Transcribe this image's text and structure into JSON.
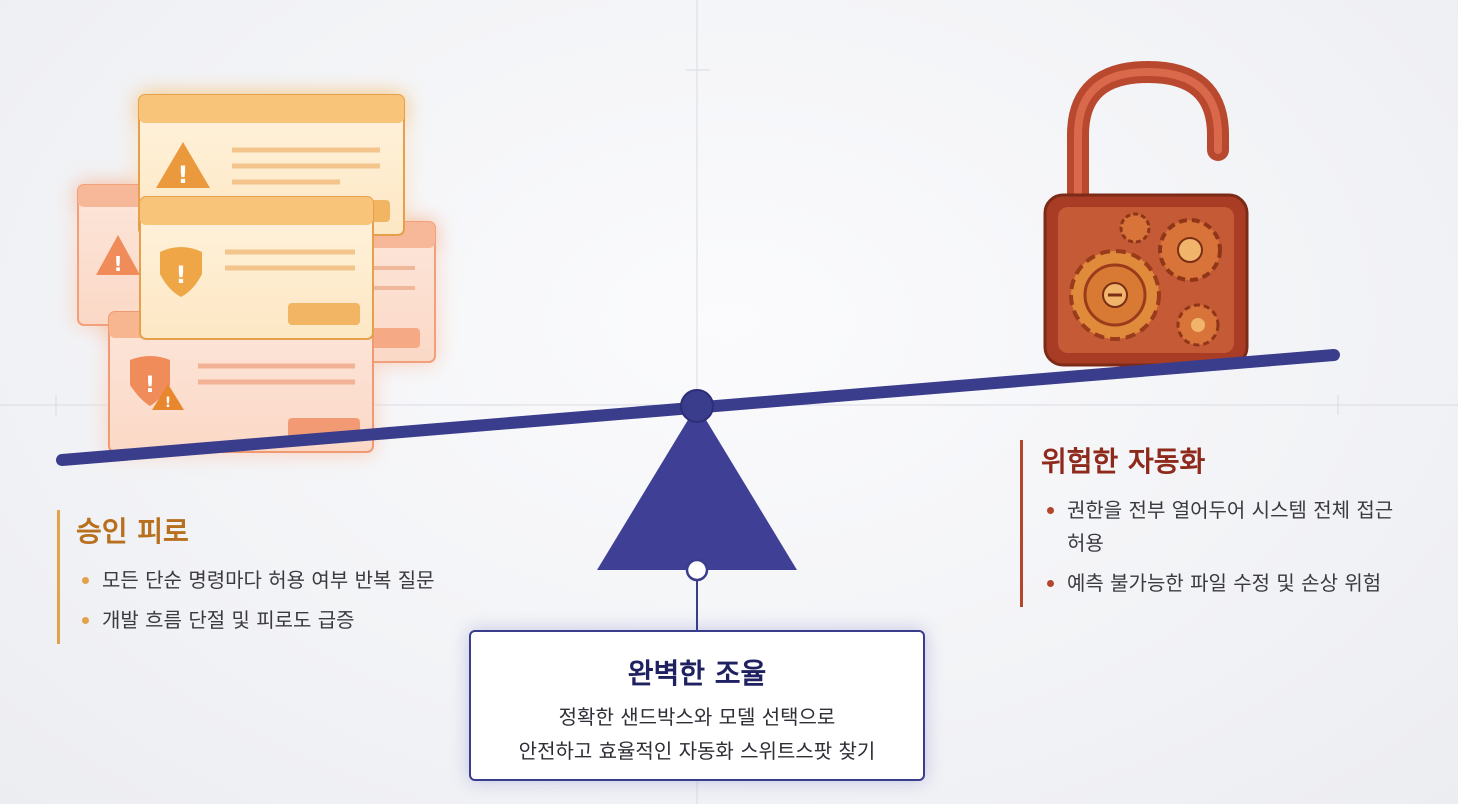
{
  "left": {
    "title": "승인 피로",
    "bullets": [
      "모든 단순 명령마다 허용 여부 반복 질문",
      "개발 흐름 단절 및 피로도 급증"
    ],
    "accent": "#e3a24a",
    "icons": [
      "warning-triangle-icon",
      "shield-warning-icon",
      "dialog-window-icon"
    ]
  },
  "right": {
    "title": "위험한 자동화",
    "bullets": [
      "권한을 전부 열어두어 시스템 전체 접근 허용",
      "예측 불가능한 파일 수정 및 손상 위험"
    ],
    "accent": "#b3472e",
    "icons": [
      "unlocked-padlock-icon",
      "gear-icon"
    ]
  },
  "center": {
    "title": "완벽한 조율",
    "line1": "정확한 샌드박스와 모델 선택으로",
    "line2": "안전하고 효율적인 자동화 스위트스팟 찾기",
    "accent": "#3f3f96"
  },
  "balance": {
    "beam_color": "#3a3c8c",
    "fulcrum_color": "#3f3f96"
  }
}
